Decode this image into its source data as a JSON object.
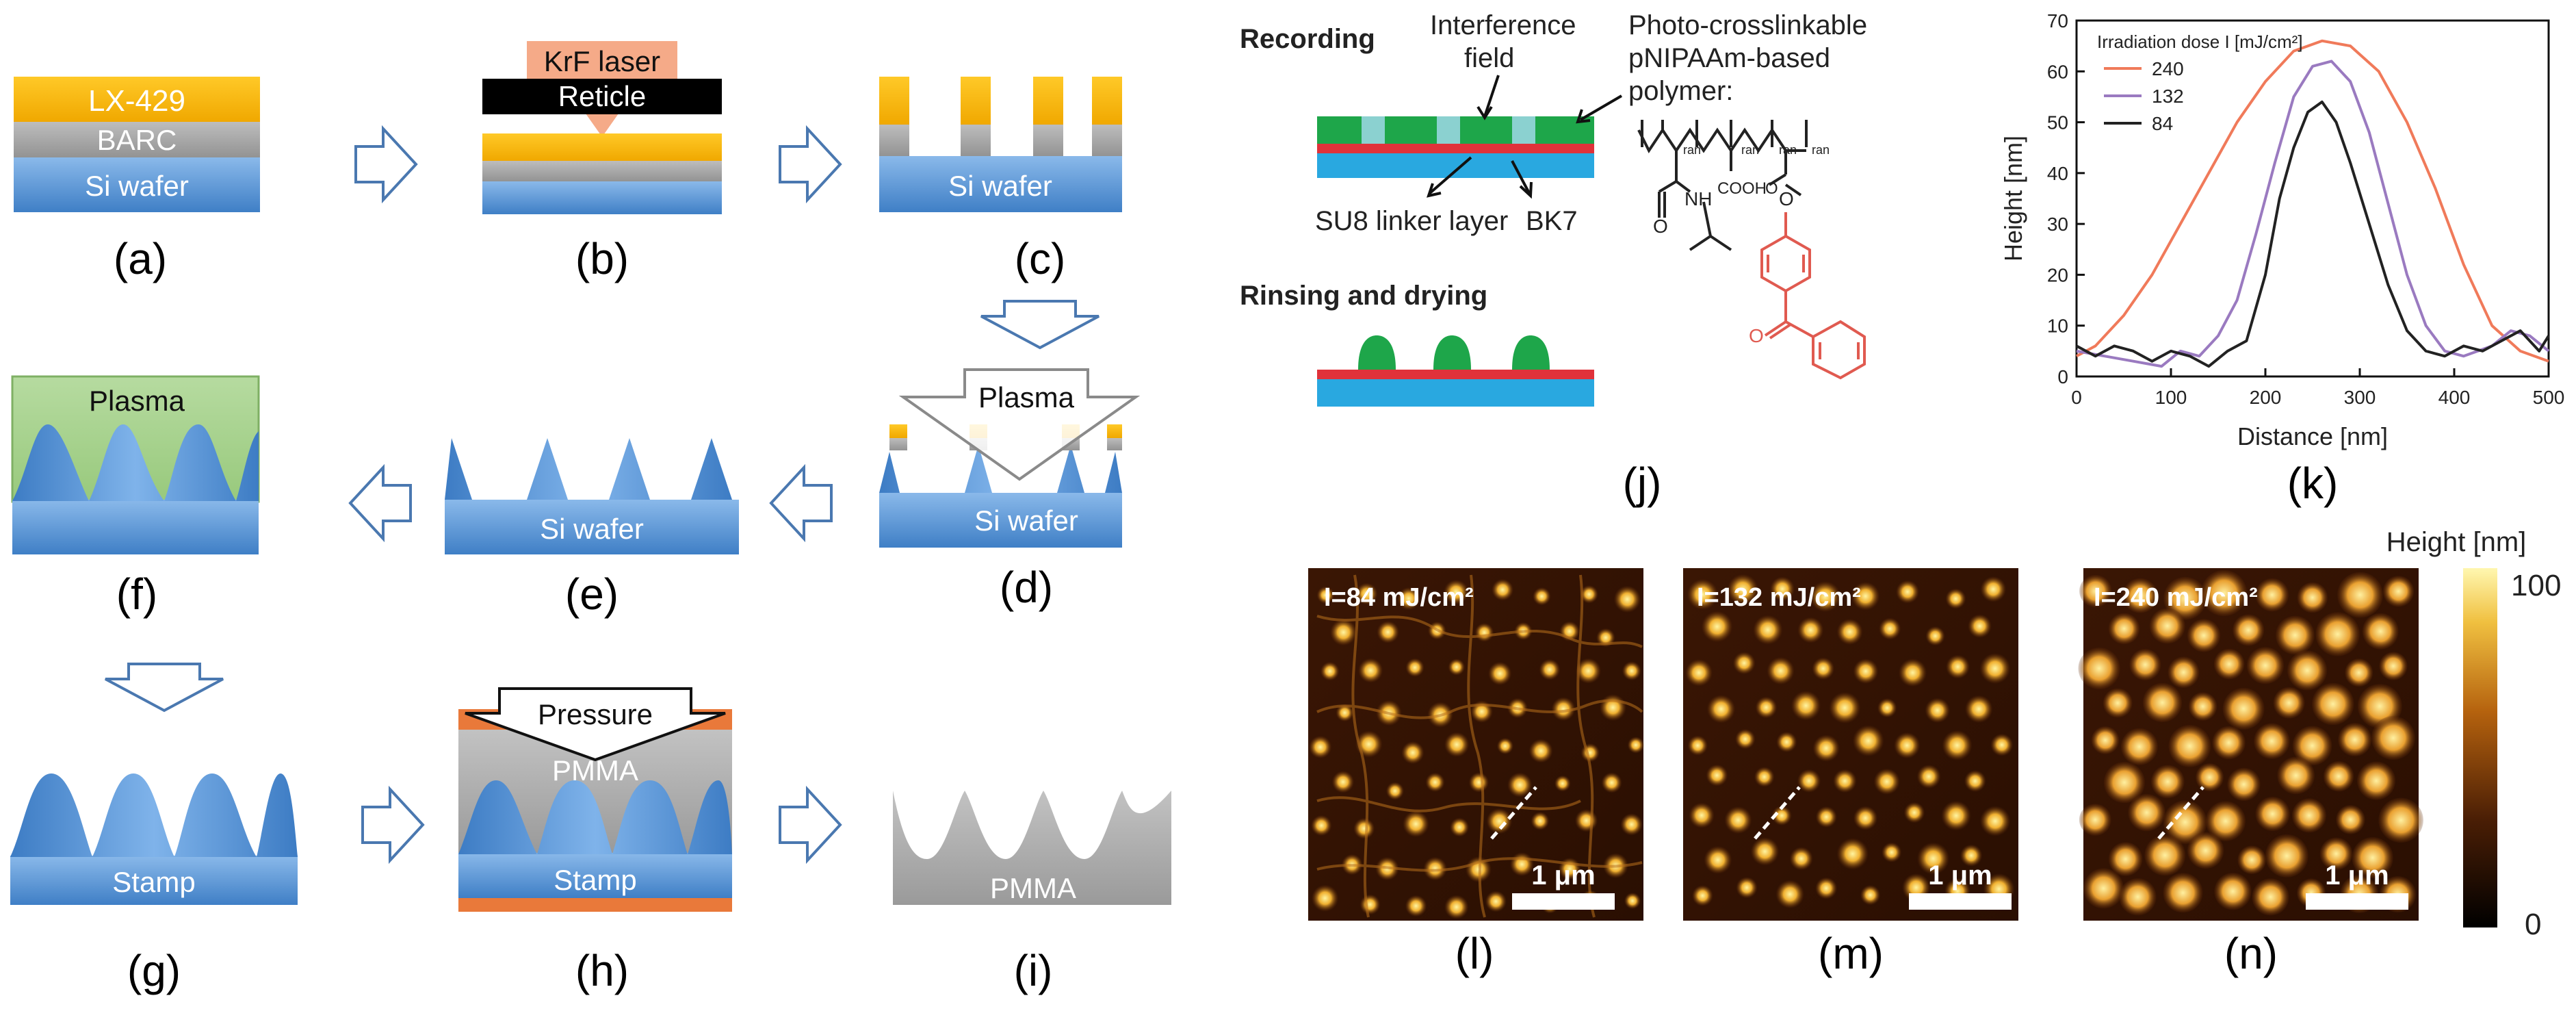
{
  "colors": {
    "resist": "#f6be1a",
    "barc": "#a6a6a6",
    "si": "#4f90d6",
    "si_light": "#7cb0e6",
    "plasma": "#a9d18e",
    "pmma": "#a6a6a6",
    "orange": "#e9793a",
    "laser": "#f4a582",
    "green_polymer": "#1ea64a",
    "red_layer": "#e0323a",
    "blue_substrate": "#29a8e0",
    "arrow_outline": "#4a78b0"
  },
  "panel_labels": {
    "a": "(a)",
    "b": "(b)",
    "c": "(c)",
    "d": "(d)",
    "e": "(e)",
    "f": "(f)",
    "g": "(g)",
    "h": "(h)",
    "i": "(i)",
    "j": "(j)",
    "k": "(k)",
    "l": "(l)",
    "m": "(m)",
    "n": "(n)"
  },
  "process": {
    "a": {
      "resist": "LX-429",
      "barc": "BARC",
      "substrate": "Si wafer"
    },
    "b": {
      "laser": "KrF laser",
      "reticle": "Reticle"
    },
    "c": {
      "substrate": "Si wafer"
    },
    "d": {
      "plasma": "Plasma",
      "substrate": "Si wafer"
    },
    "e": {
      "substrate": "Si wafer"
    },
    "f": {
      "plasma": "Plasma"
    },
    "g": {
      "substrate": "Stamp"
    },
    "h": {
      "pressure": "Pressure",
      "pmma": "PMMA",
      "stamp": "Stamp"
    },
    "i": {
      "pmma": "PMMA"
    }
  },
  "interference": {
    "recording": "Recording",
    "interference_field_line1": "Interference",
    "interference_field_line2": "field",
    "polymer_line1": "Photo-crosslinkable",
    "polymer_line2": "pNIPAAm-based",
    "polymer_line3": "polymer:",
    "linker": "SU8 linker layer",
    "bk7": "BK7",
    "rinsing": "Rinsing and drying",
    "ran": "ran",
    "cooh": "COOH",
    "nh": "NH",
    "o": "O"
  },
  "chart_data": {
    "type": "line",
    "title": "",
    "xlabel": "Distance [nm]",
    "ylabel": "Height [nm]",
    "xlim": [
      0,
      500
    ],
    "ylim": [
      0,
      70
    ],
    "xticks": [
      0,
      100,
      200,
      300,
      400,
      500
    ],
    "yticks": [
      0,
      10,
      20,
      30,
      40,
      50,
      60,
      70
    ],
    "legend_title": "Irradiation dose I [mJ/cm²]",
    "legend_position": "top-left",
    "series": [
      {
        "name": "240",
        "color": "#f07a5a",
        "x": [
          0,
          20,
          50,
          80,
          110,
          140,
          170,
          200,
          230,
          260,
          290,
          320,
          350,
          380,
          410,
          440,
          470,
          500
        ],
        "y": [
          4,
          6,
          12,
          20,
          30,
          40,
          50,
          58,
          64,
          66,
          65,
          60,
          50,
          37,
          22,
          10,
          5,
          3
        ]
      },
      {
        "name": "132",
        "color": "#9a7ac0",
        "x": [
          0,
          30,
          60,
          90,
          110,
          130,
          150,
          170,
          190,
          210,
          230,
          250,
          270,
          290,
          310,
          330,
          350,
          370,
          390,
          410,
          440,
          460,
          480,
          500
        ],
        "y": [
          5,
          4,
          3,
          2,
          5,
          4,
          8,
          15,
          28,
          42,
          55,
          61,
          62,
          58,
          48,
          34,
          20,
          10,
          5,
          4,
          6,
          9,
          8,
          5
        ]
      },
      {
        "name": "84",
        "color": "#222222",
        "x": [
          0,
          20,
          40,
          60,
          80,
          100,
          120,
          140,
          160,
          180,
          200,
          215,
          230,
          245,
          260,
          275,
          290,
          310,
          330,
          350,
          370,
          390,
          410,
          430,
          450,
          470,
          490,
          500
        ],
        "y": [
          6,
          4,
          6,
          5,
          3,
          5,
          4,
          2,
          5,
          7,
          20,
          35,
          45,
          52,
          54,
          50,
          42,
          30,
          18,
          9,
          5,
          4,
          6,
          5,
          7,
          9,
          5,
          8
        ]
      }
    ]
  },
  "afm": {
    "l_label": "I=84 mJ/cm²",
    "m_label": "I=132 mJ/cm²",
    "n_label": "I=240 mJ/cm²",
    "scalebar": "1 μm",
    "colorbar_title": "Height [nm]",
    "colorbar_max": "100",
    "colorbar_min": "0"
  }
}
